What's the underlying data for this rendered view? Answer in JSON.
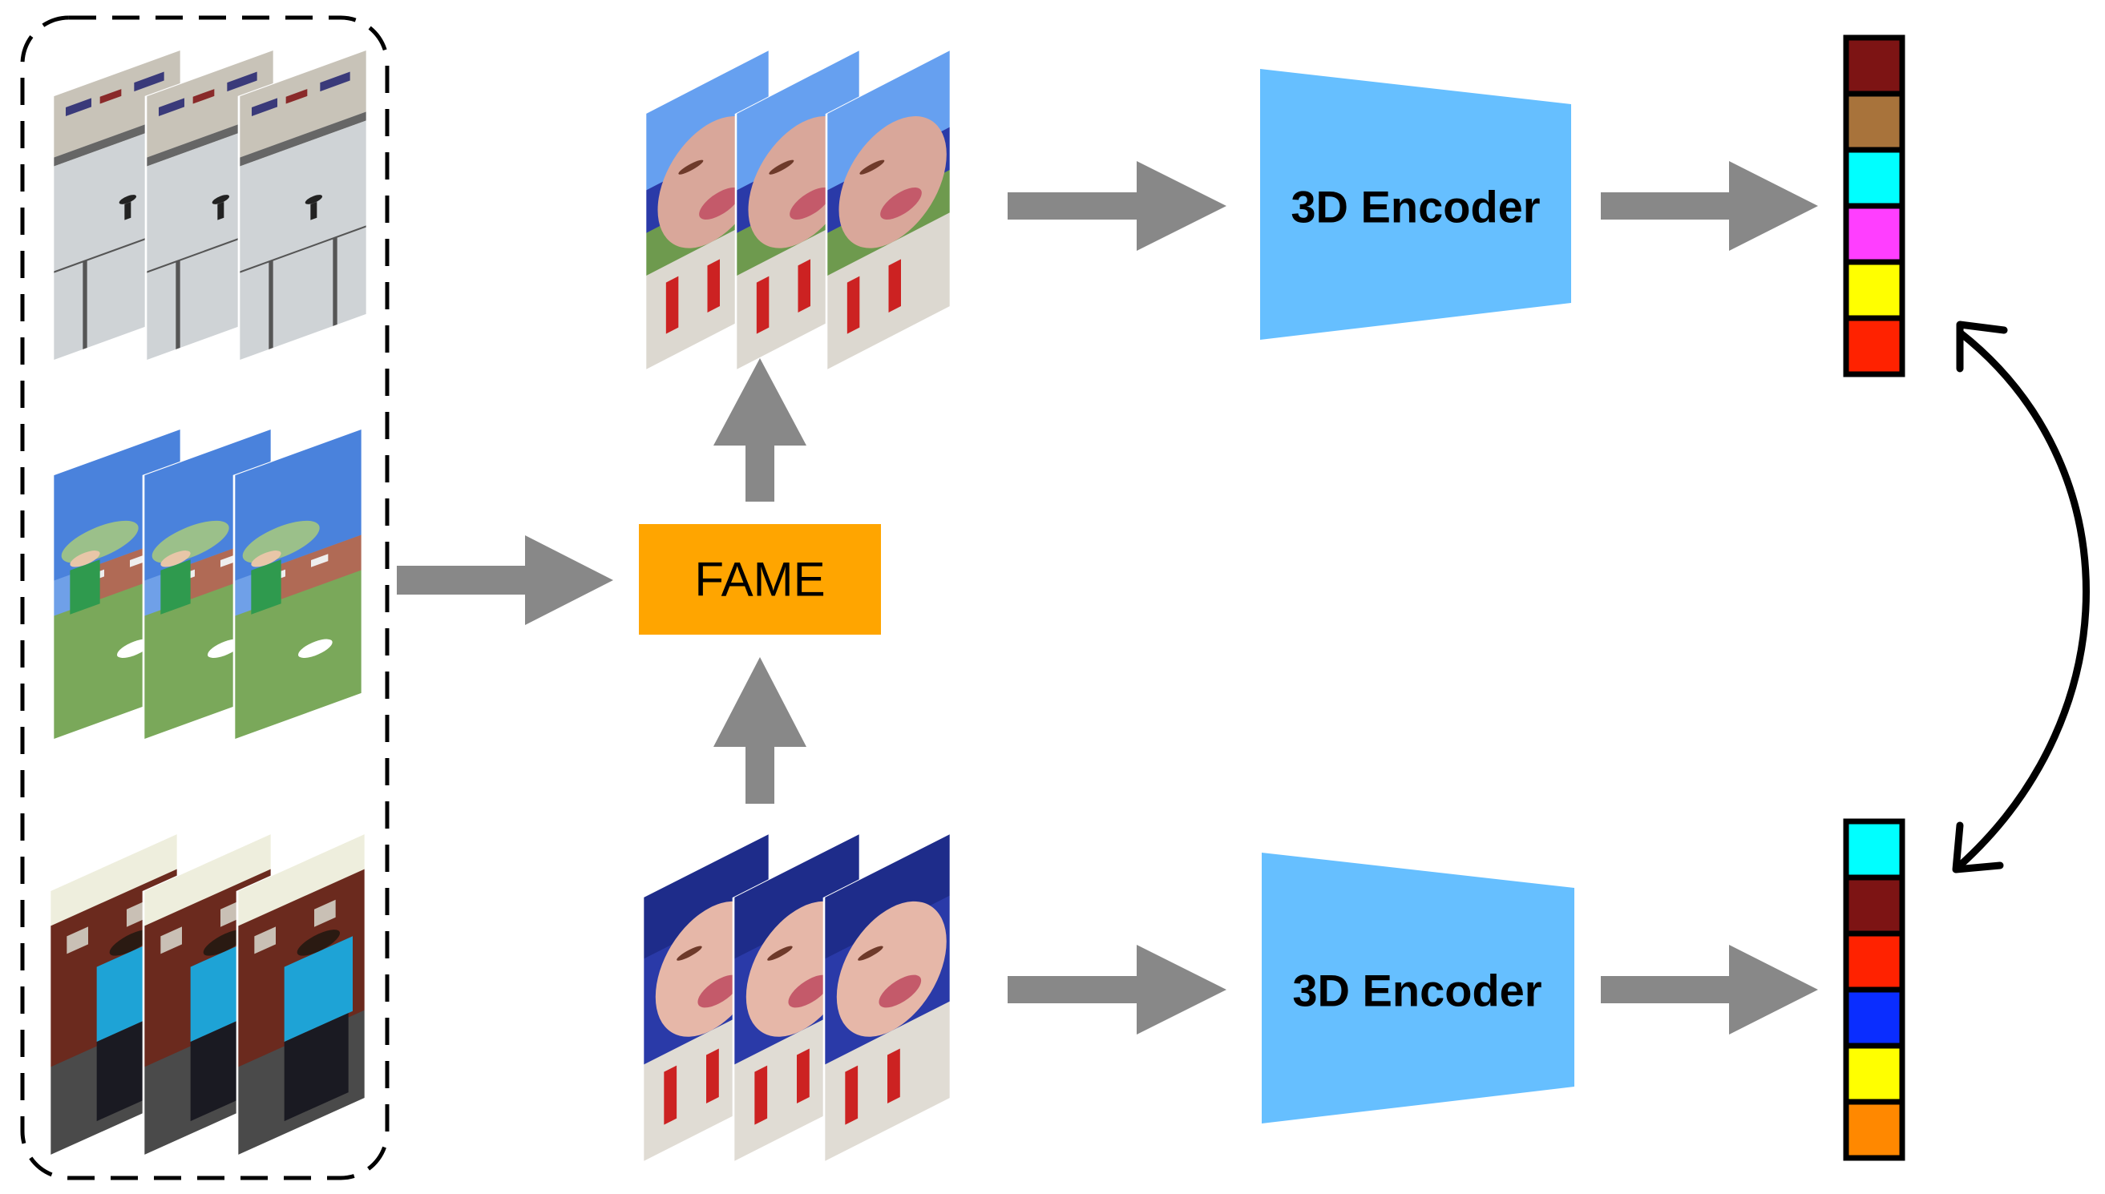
{
  "fame_box": {
    "label": "FAME",
    "color": "#FFA500"
  },
  "encoders": [
    {
      "label": "3D Encoder",
      "color": "#66BFFF"
    },
    {
      "label": "3D Encoder",
      "color": "#66BFFF"
    }
  ],
  "feature_vectors": {
    "top": [
      "#7D1414",
      "#A8733B",
      "#00FFFF",
      "#FF3EFF",
      "#FFFF00",
      "#FF2200"
    ],
    "bottom": [
      "#00FFFF",
      "#7D1414",
      "#FF2200",
      "#0A2DFF",
      "#FFFF00",
      "#FF8800"
    ]
  },
  "clips": {
    "background_pool": [
      "rink-clip",
      "soccer-field-clip",
      "brick-building-clip"
    ],
    "foreground": [
      "face-closeup-clip-with-new-background",
      "face-closeup-clip-original"
    ]
  },
  "colors": {
    "arrow": "#888888",
    "dashed_border": "#000000",
    "contrast_arrow": "#000000"
  }
}
